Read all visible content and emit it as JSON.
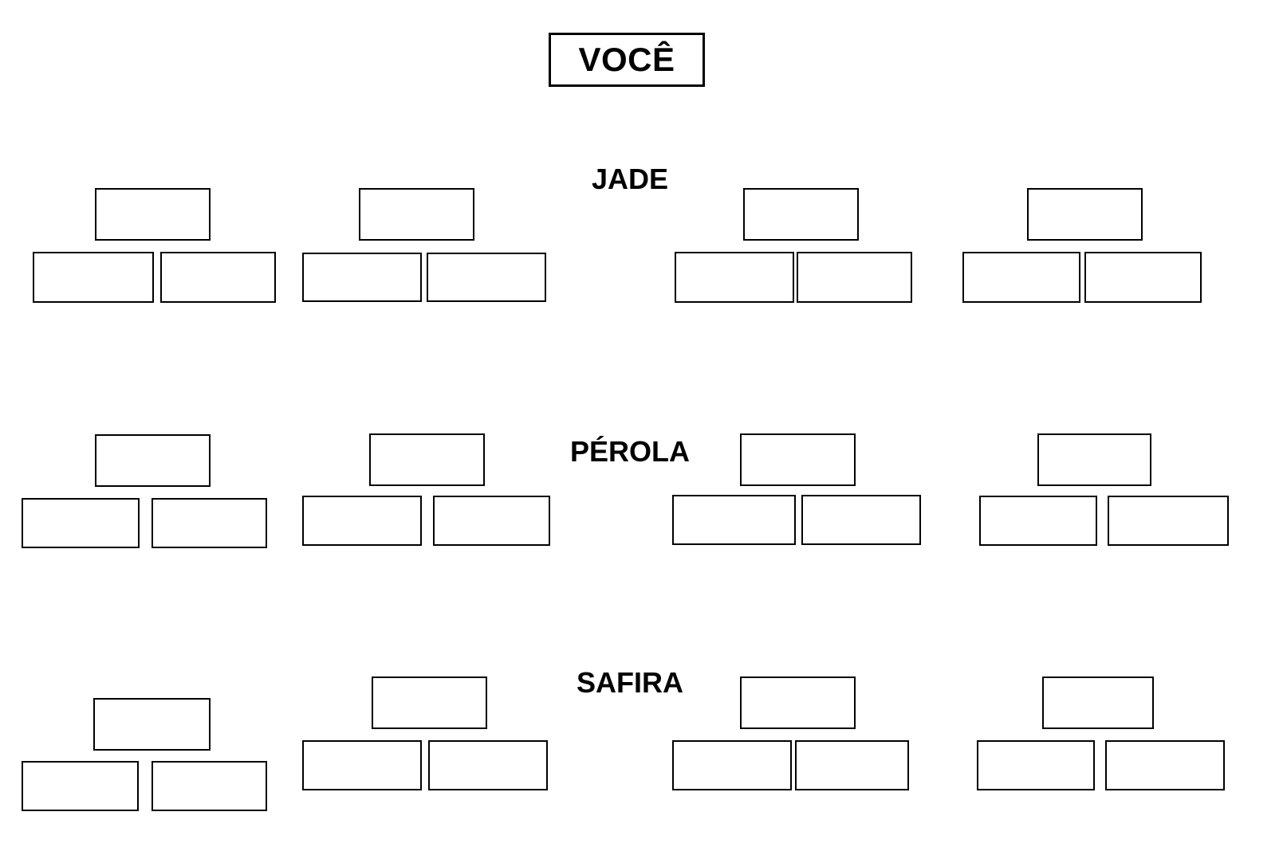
{
  "page": {
    "background_color": "#ffffff",
    "border_color": "#000000",
    "text_color": "#000000"
  },
  "title": {
    "label": "VOCÊ"
  },
  "rows": [
    {
      "id": "jade",
      "label": "JADE",
      "clusters": [
        {
          "id": "jade-cluster-1",
          "top_box": "",
          "bottom_left_box": "",
          "bottom_right_box": ""
        },
        {
          "id": "jade-cluster-2",
          "top_box": "",
          "bottom_left_box": "",
          "bottom_right_box": ""
        },
        {
          "id": "jade-cluster-3",
          "top_box": "",
          "bottom_left_box": "",
          "bottom_right_box": ""
        },
        {
          "id": "jade-cluster-4",
          "top_box": "",
          "bottom_left_box": "",
          "bottom_right_box": ""
        }
      ]
    },
    {
      "id": "perola",
      "label": "PÉROLA",
      "clusters": [
        {
          "id": "perola-cluster-1",
          "top_box": "",
          "bottom_left_box": "",
          "bottom_right_box": ""
        },
        {
          "id": "perola-cluster-2",
          "top_box": "",
          "bottom_left_box": "",
          "bottom_right_box": ""
        },
        {
          "id": "perola-cluster-3",
          "top_box": "",
          "bottom_left_box": "",
          "bottom_right_box": ""
        },
        {
          "id": "perola-cluster-4",
          "top_box": "",
          "bottom_left_box": "",
          "bottom_right_box": ""
        }
      ]
    },
    {
      "id": "safira",
      "label": "SAFIRA",
      "clusters": [
        {
          "id": "safira-cluster-1",
          "top_box": "",
          "bottom_left_box": "",
          "bottom_right_box": ""
        },
        {
          "id": "safira-cluster-2",
          "top_box": "",
          "bottom_left_box": "",
          "bottom_right_box": ""
        },
        {
          "id": "safira-cluster-3",
          "top_box": "",
          "bottom_left_box": "",
          "bottom_right_box": ""
        },
        {
          "id": "safira-cluster-4",
          "top_box": "",
          "bottom_left_box": "",
          "bottom_right_box": ""
        }
      ]
    }
  ]
}
